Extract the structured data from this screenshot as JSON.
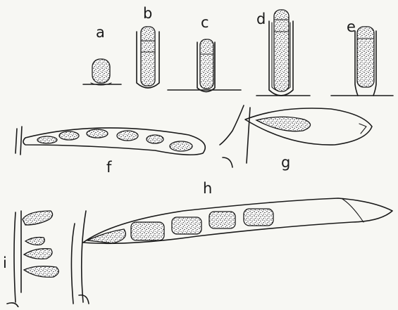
{
  "figure": {
    "labels": {
      "a": "a",
      "b": "b",
      "c": "c",
      "d": "d",
      "e": "e",
      "f": "f",
      "g": "g",
      "h": "h",
      "i": "i"
    },
    "ink_color": "#1a1a1a",
    "paper_color": "#f7f7f3"
  }
}
